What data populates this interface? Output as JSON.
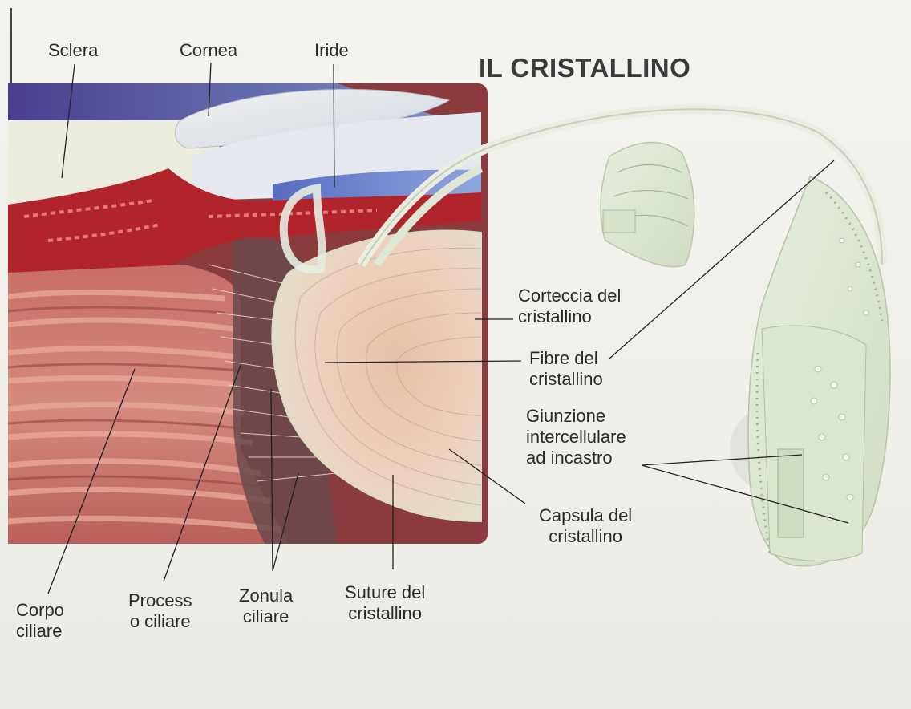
{
  "title": "IL CRISTALLINO",
  "labels": {
    "sclera": "Sclera",
    "cornea": "Cornea",
    "iride": "Iride",
    "corteccia": [
      "Corteccia del",
      "cristallino"
    ],
    "fibre": [
      "Fibre del",
      "cristallino"
    ],
    "giunzione": [
      "Giunzione",
      "intercellulare",
      "ad incastro"
    ],
    "capsula": [
      "Capsula del",
      "cristallino"
    ],
    "corpo": [
      "Corpo",
      "ciliare"
    ],
    "processo": [
      "Process",
      "o ciliare"
    ],
    "zonula": [
      "Zonula",
      "ciliare"
    ],
    "suture": [
      "Suture del",
      "cristallino"
    ]
  }
}
